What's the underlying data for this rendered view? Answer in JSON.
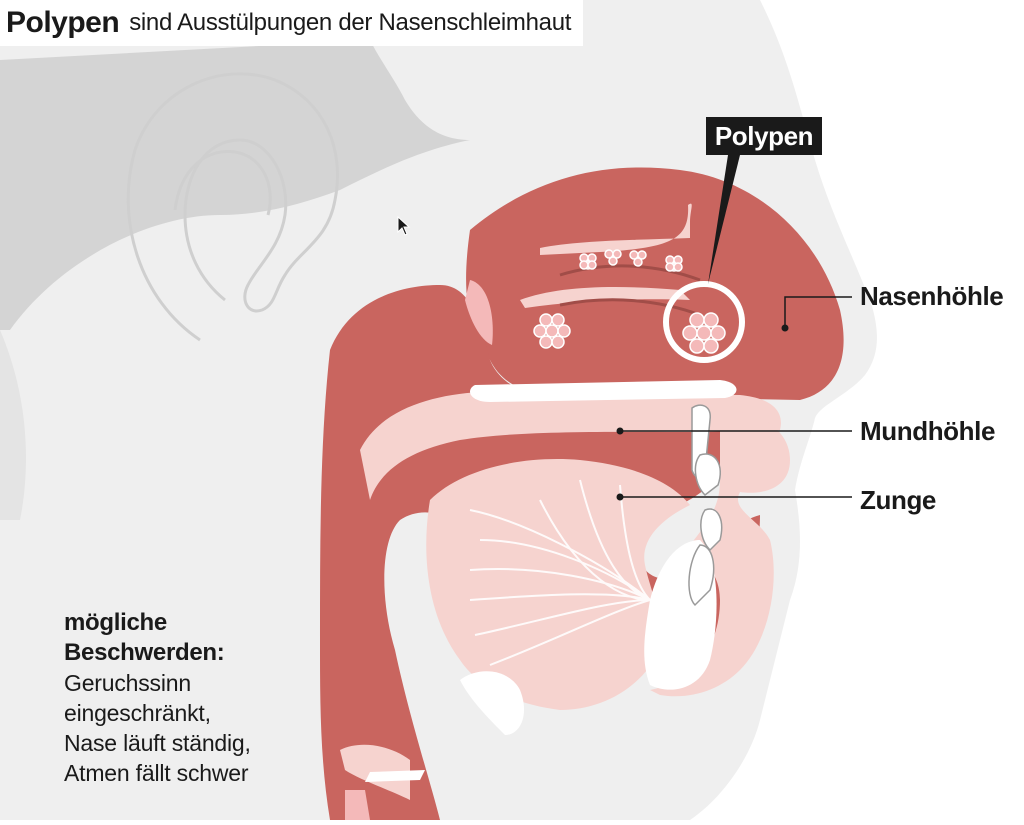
{
  "title": {
    "strong": "Polypen",
    "rest": "sind Ausstülpungen der Nasenschleimhaut"
  },
  "labels": {
    "polypen": "Polypen",
    "nasenhoehle": "Nasenhöhle",
    "mundhoehle": "Mundhöhle",
    "zunge": "Zunge"
  },
  "complaints": {
    "heading": "mögliche\nBeschwerden:",
    "text": "Geruchssinn\neingeschränkt,\nNase läuft ständig,\nAtmen fällt schwer"
  },
  "colors": {
    "head_gray": "#efefef",
    "hair_gray": "#d4d4d4",
    "flesh_dark": "#c9655f",
    "flesh_light": "#f6d3cf",
    "flesh_pale": "#fbe7e4",
    "polyp_pink": "#f4b9b9",
    "ink": "#1a1a1a"
  },
  "icons": [
    "cursor-arrow-icon"
  ]
}
